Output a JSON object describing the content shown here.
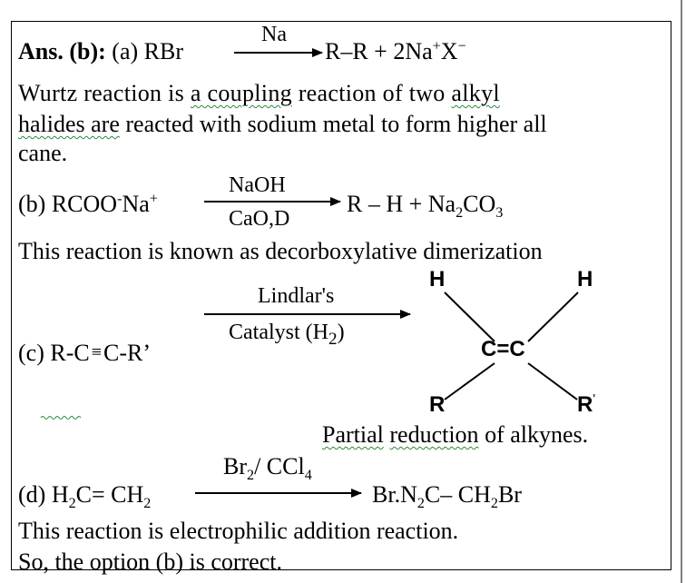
{
  "answer_label": "Ans. (b):",
  "part_a": {
    "prefix": "(a) RBr",
    "reagent": "Na",
    "product_main": "R–R + 2Na",
    "product_sup1": "+",
    "product_x": "X",
    "product_sup2": "−"
  },
  "wurtz_text": {
    "line1_pre": "Wurtz reaction is ",
    "line1_u": "a coupling",
    "line1_mid": " reaction of two ",
    "line1_u2": "alkyl",
    "line2_u": "halides are",
    "line2_post": " reacted with sodium metal to form higher all",
    "line3": "cane."
  },
  "part_b": {
    "prefix": "(b) RCOO",
    "sup_minus": "-",
    "na": "Na",
    "sup_plus": "+",
    "reagent_top": "NaOH",
    "reagent_bottom": "CaO,D",
    "product_rh": "R – H + Na",
    "sub2": "2",
    "co": "CO",
    "sub3": "3"
  },
  "part_b_note": "This reaction is known as decorboxylative dimerization",
  "part_c": {
    "label": "(c)  R-C",
    "triple": "≡",
    "suffix": "C-R’",
    "reagent_top": "Lindlar's",
    "reagent_bottom_pre": "Catalyst (H",
    "reagent_sub": "2",
    "reagent_bottom_post": ")",
    "atom_h_left": "H",
    "atom_h_right": "H",
    "atom_double": "C=C",
    "atom_r_left": "R",
    "atom_r_right": "R",
    "atom_r_right_prime": "'",
    "note_u1": "Partial",
    "note_mid": "  ",
    "note_u2": "reduction",
    "note_post": " of alkynes."
  },
  "part_d": {
    "prefix": "(d) H",
    "sub2a": "2",
    "mid": "C= CH",
    "sub2b": "2",
    "reagent_br": "Br",
    "reagent_sub2": "2",
    "reagent_slash": "/ CCl",
    "reagent_sub4": "4",
    "product_pre": "Br.N",
    "product_sub2": "2",
    "product_mid": "C– CH",
    "product_sub2b": "2",
    "product_post": "Br"
  },
  "conclusion1": "This reaction is electrophilic addition reaction.",
  "conclusion2": "So, the option (b) is correct."
}
